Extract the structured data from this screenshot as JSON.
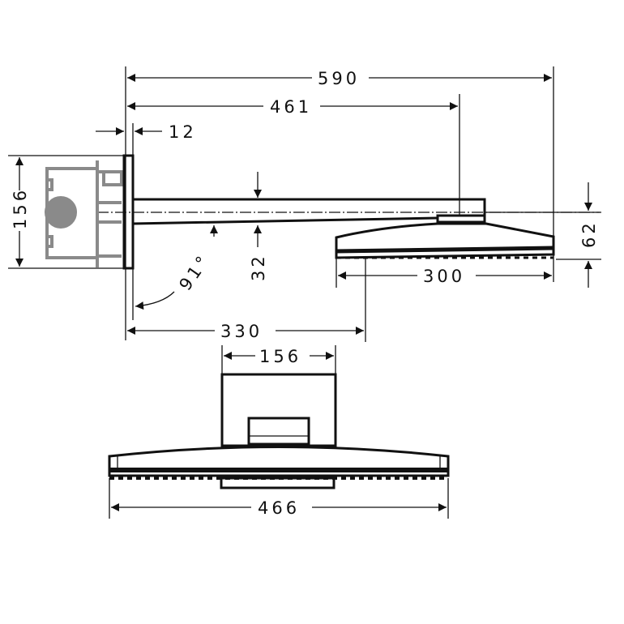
{
  "title": "Overhead shower with wall arm - dimension drawing",
  "dimensions": {
    "overall_length": "590",
    "arm_to_head_center": "461",
    "plate_thickness": "12",
    "box_height": "156",
    "arm_height": "32",
    "angle": "91°",
    "head_height": "62",
    "head_depth": "300",
    "wall_to_head_front": "330",
    "plate_width": "156",
    "head_width": "466"
  },
  "colors": {
    "line": "#111111",
    "box": "#8a8a8a"
  }
}
